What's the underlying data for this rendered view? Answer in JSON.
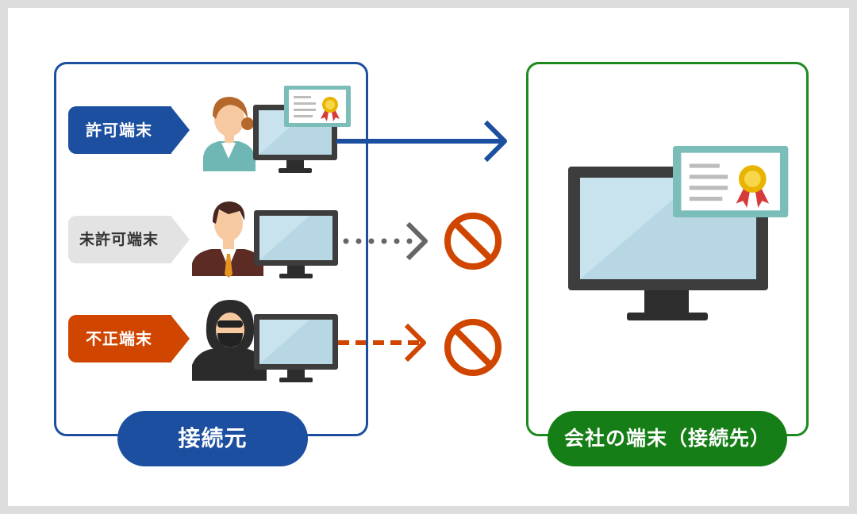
{
  "source": {
    "label": "接続元",
    "devices": [
      {
        "label": "許可端末",
        "status": "allowed"
      },
      {
        "label": "未許可端末",
        "status": "blocked"
      },
      {
        "label": "不正端末",
        "status": "blocked"
      }
    ]
  },
  "destination": {
    "label": "会社の端末（接続先）"
  },
  "colors": {
    "source_blue": "#1c4fa0",
    "dest_green": "#1e8a1e",
    "unauthorized_gray": "#e3e3e3",
    "illegal_orange": "#d04500",
    "certificate_teal": "#7bbdb8"
  }
}
